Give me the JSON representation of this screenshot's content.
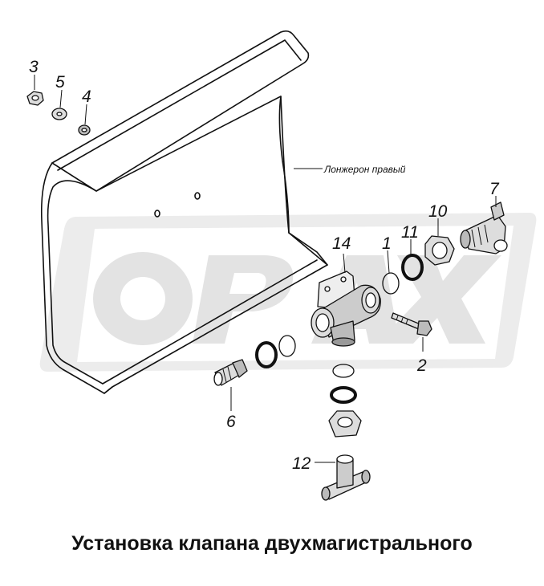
{
  "caption": "Установка клапана двухмагистрального",
  "watermark": "ORAX",
  "note": "Лонжерон правый",
  "callouts": {
    "n1": "1",
    "n2": "2",
    "n3": "3",
    "n4": "4",
    "n5": "5",
    "n6": "6",
    "n7": "7",
    "n10": "10",
    "n11": "11",
    "n12": "12",
    "n14": "14"
  },
  "colors": {
    "line": "#111111",
    "watermark": "#e6e6e6",
    "background": "#ffffff"
  }
}
